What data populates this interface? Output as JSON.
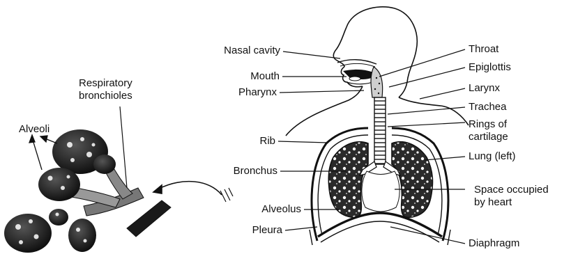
{
  "labels": {
    "nasal_cavity": "Nasal cavity",
    "mouth": "Mouth",
    "pharynx": "Pharynx",
    "rib": "Rib",
    "bronchus": "Bronchus",
    "alveolus": "Alveolus",
    "pleura": "Pleura",
    "throat": "Throat",
    "epiglottis": "Epiglottis",
    "larynx": "Larynx",
    "trachea": "Trachea",
    "rings_of_cartilage": "Rings of\ncartilage",
    "lung_left": "Lung (left)",
    "space_heart": "Space occupied\nby heart",
    "diaphragm": "Diaphragm",
    "respiratory_bronchioles": "Respiratory\nbronchioles",
    "alveoli": "Alveoli"
  },
  "colors": {
    "ink": "#111111",
    "paper": "#ffffff"
  }
}
